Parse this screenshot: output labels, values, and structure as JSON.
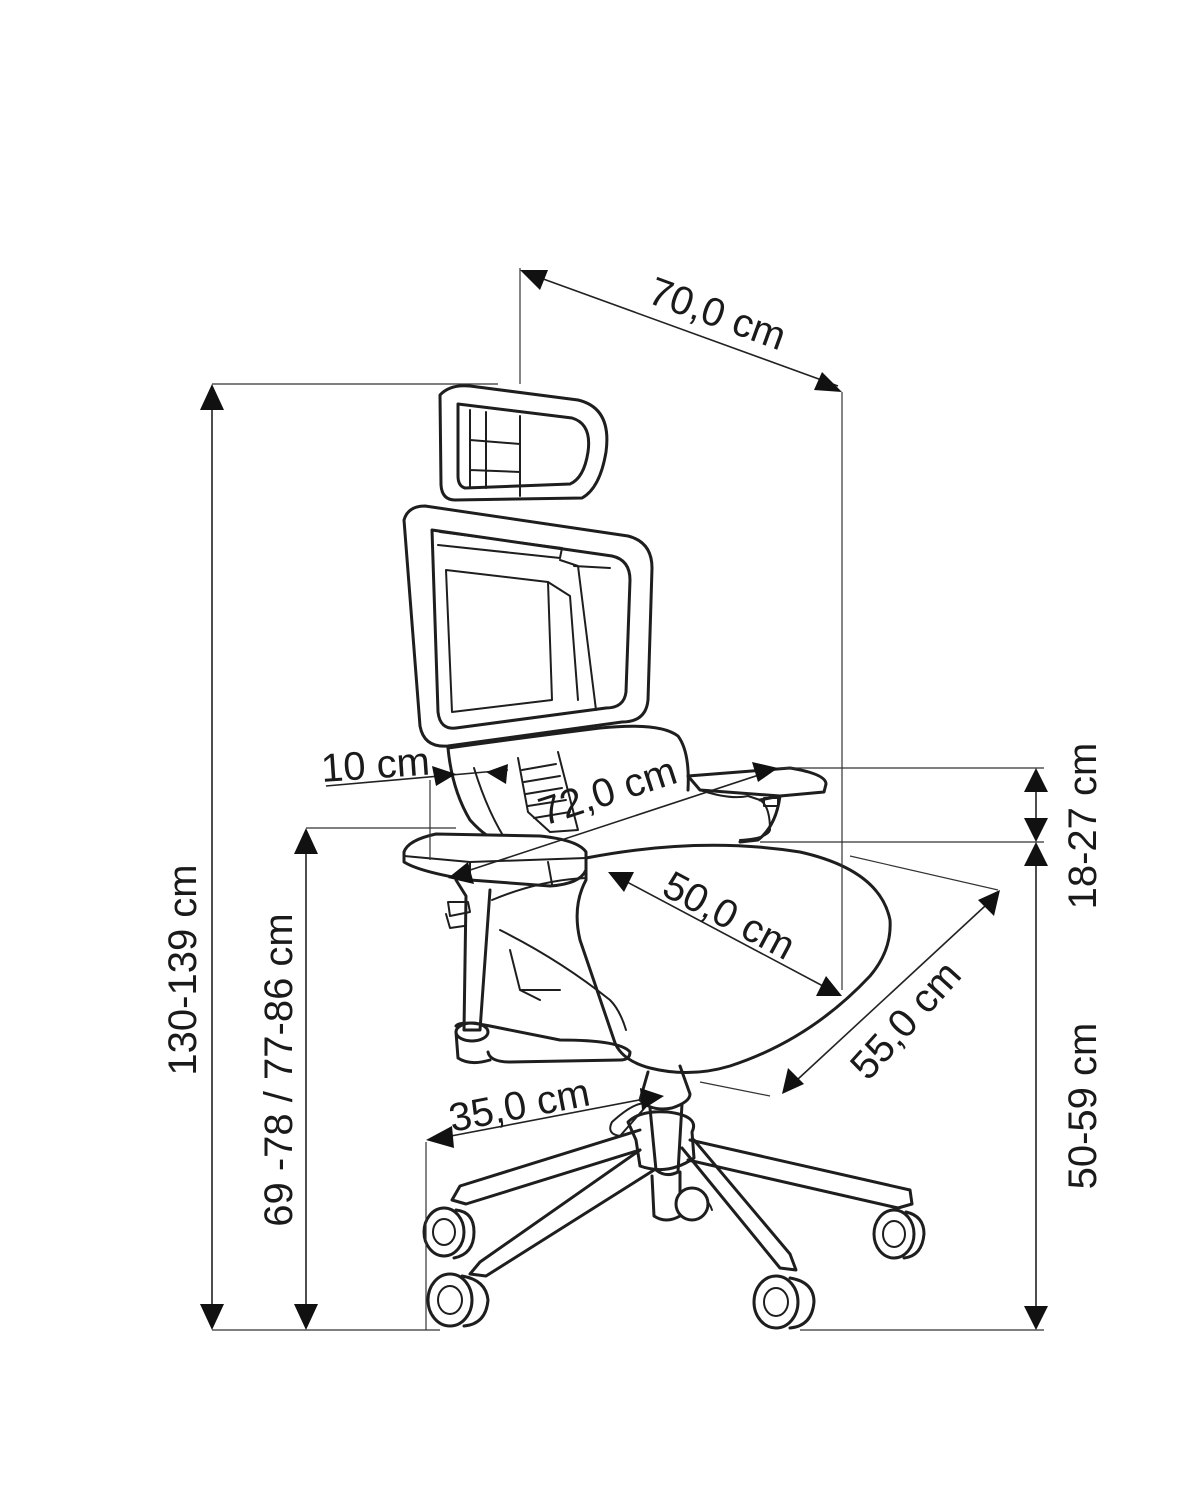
{
  "dimensions": {
    "depth_top": "70,0 cm",
    "total_height": "130-139 cm",
    "armrest_heights": "69 -78 / 77-86 cm",
    "lumbar": "10 cm",
    "armrest_width": "72,0 cm",
    "seat_depth": "50,0 cm",
    "armrest_adjust": "18-27 cm",
    "seat_width": "55,0 cm",
    "base_radius": "35,0 cm",
    "seat_height": "50-59 cm"
  }
}
